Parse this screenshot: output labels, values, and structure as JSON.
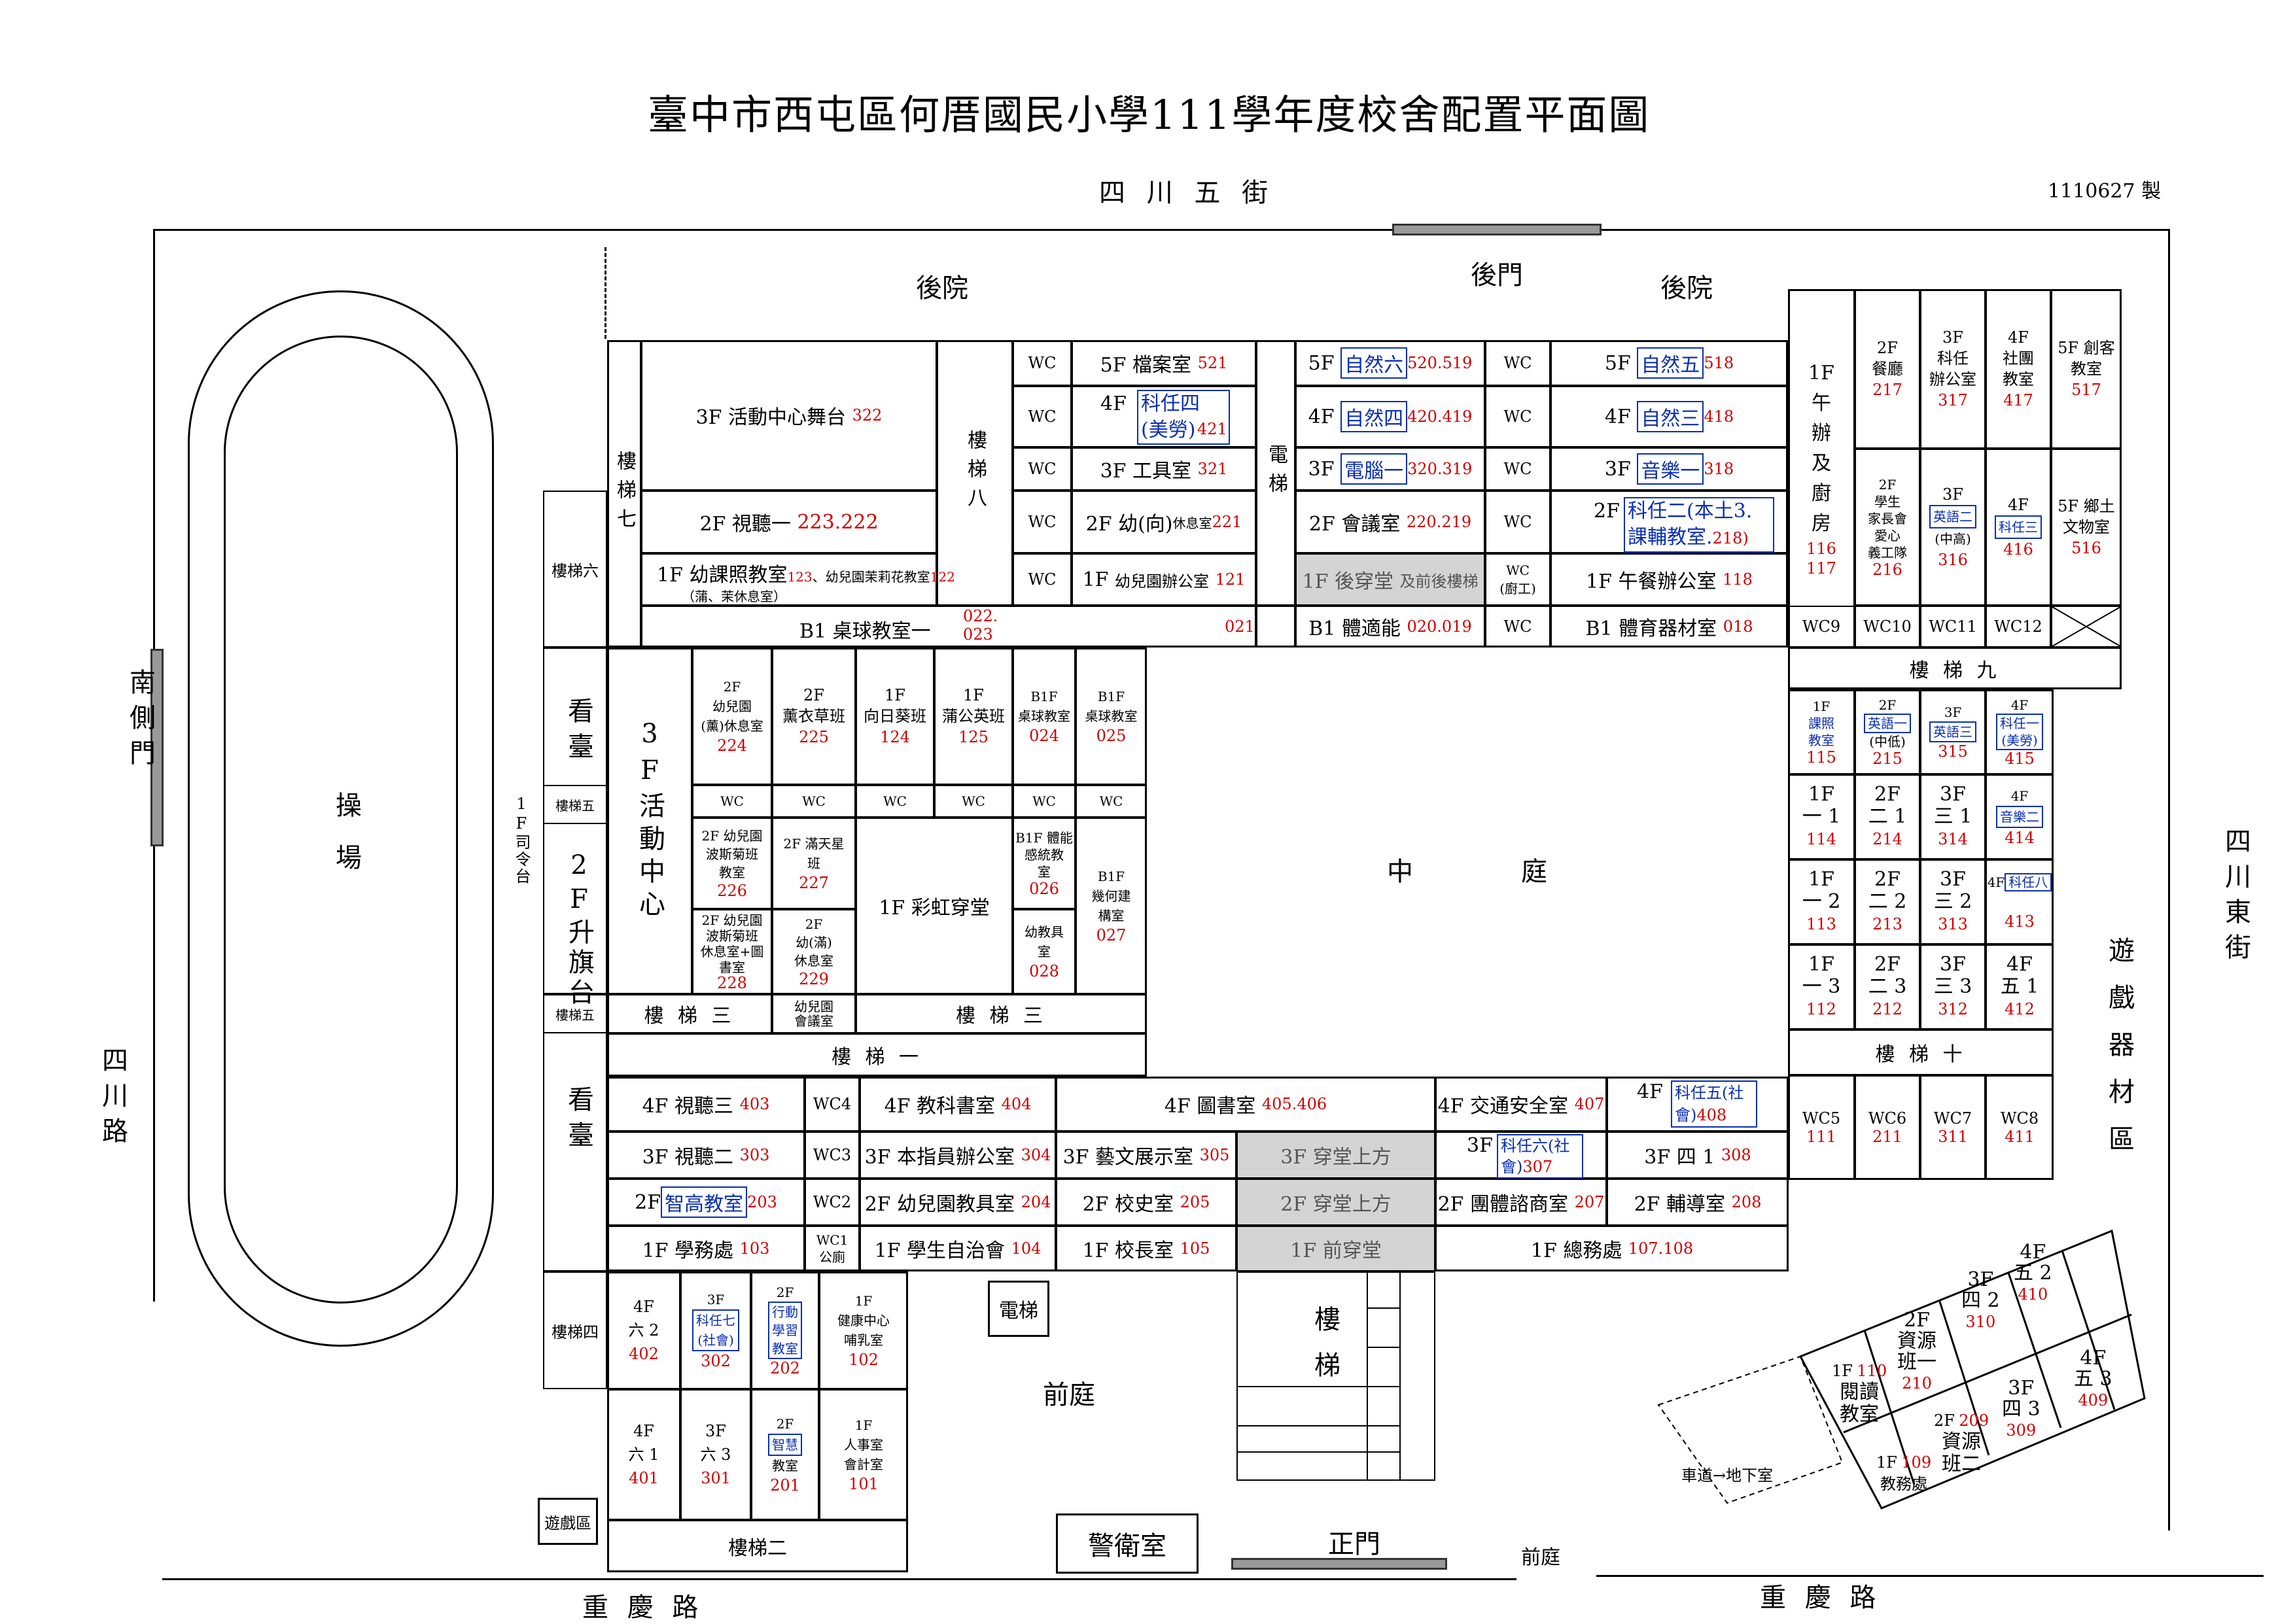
{
  "title": "臺中市西屯區何厝國民小學111學年度校舍配置平面圖",
  "made_date": "1110627 製",
  "streets": {
    "north": "四 川 五 街",
    "east": "四川東街",
    "west": "四川路",
    "south_left": "重 慶 路",
    "south_right": "重 慶 路"
  },
  "gates": {
    "back_gate": "後門",
    "south_side_gate": "南側門",
    "main_gate": "正門",
    "guard_room": "警衛室"
  },
  "areas": {
    "backyard_left": "後院",
    "backyard_right": "後院",
    "playground": "操場",
    "courtyard_left": "中",
    "courtyard_right": "庭",
    "front_yard": "前庭",
    "front_yard_2": "前庭",
    "play_equipment": "遊戲器材區",
    "play_area": "遊戲區",
    "driveway": "車道→地下室",
    "podium": "1F司令台",
    "stage_top": "看臺",
    "stage_bottom": "看臺",
    "flag_stage": "2F升旗台",
    "activity_center": "3F活動中心",
    "elevator_top": "電梯",
    "elevator_front": "電梯",
    "stairs_front": "樓梯"
  },
  "stairs": {
    "s1": "樓 梯 一",
    "s2": "樓梯二",
    "s3a": "樓 梯 三",
    "s3b": "樓 梯 三",
    "s4": "樓梯四",
    "s5a": "樓梯五",
    "s5b": "樓梯五",
    "s6": "樓梯六",
    "s7": "樓梯七",
    "s8": "樓梯八",
    "s9": "樓 梯 九",
    "s10": "樓 梯 十"
  },
  "north_block": {
    "r322": {
      "label": "3F 活動中心舞台",
      "num": "322"
    },
    "r223": {
      "label": "2F 視聽一",
      "num": "223.222"
    },
    "r123": {
      "label": "1F 幼課照教室",
      "num": "123",
      "label2": "、幼兒園茉莉花教室",
      "num2": "122",
      "sub": "（蒲、茉休息室）"
    },
    "rb1": {
      "label": "B1 桌球教室一",
      "num": "022.\n023",
      "num2": "021"
    },
    "r521": {
      "label": "5F 檔案室",
      "num": "521"
    },
    "r421": {
      "label": "4F",
      "boxed": "科任四(美勞)",
      "num": "421"
    },
    "r321": {
      "label": "3F 工具室",
      "num": "321"
    },
    "r221": {
      "label": "2F 幼(向)",
      "small": "休息室",
      "num": "221"
    },
    "r121": {
      "label": "1F",
      "small": "幼兒園辦公室",
      "num": "121"
    },
    "wc": "WC",
    "wc_kitchen": "WC\n(廚工)",
    "r520": {
      "label": "5F",
      "boxed": "自然六",
      "num": "520.519"
    },
    "r420": {
      "label": "4F",
      "boxed": "自然四",
      "num": "420.419"
    },
    "r320": {
      "label": "3F",
      "boxed": "電腦一",
      "num": "320.319"
    },
    "r220": {
      "label": "2F 會議室",
      "num": "220.219"
    },
    "r1f_pass": {
      "label": "1F 後穿堂",
      "small": "及前後樓梯"
    },
    "rb1b": {
      "label": "B1 體適能",
      "num": "020.019"
    },
    "r518": {
      "label": "5F",
      "boxed": "自然五",
      "num": "518"
    },
    "r418": {
      "label": "4F",
      "boxed": "自然三",
      "num": "418"
    },
    "r318": {
      "label": "3F",
      "boxed": "音樂一",
      "num": "318"
    },
    "r218": {
      "label": "2F",
      "boxed": "科任二(本土3.課輔教室.",
      "num": "218)"
    },
    "r118": {
      "label": "1F 午餐辦公室",
      "num": "118"
    },
    "rb1c": {
      "label": "B1 體育器材室",
      "num": "018"
    }
  },
  "ne_block": {
    "c1": {
      "label": "1F\n午\n辦\n及\n廚\n房",
      "num": "116\n117"
    },
    "c2": {
      "label": "2F\n餐廳",
      "num": "217"
    },
    "c3": {
      "label": "3F\n科任\n辦公室",
      "num": "317"
    },
    "c4": {
      "label": "4F\n社團\n教室",
      "num": "417"
    },
    "c5": {
      "label": "5F 創客\n教室",
      "num": "517"
    },
    "c2b": {
      "label": "2F\n學生\n家長會\n愛心\n義工隊",
      "num": "216"
    },
    "c3b": {
      "label": "3F",
      "boxed": "英語二",
      "sub": "(中高)",
      "num": "316"
    },
    "c4b": {
      "label": "4F",
      "boxed": "科任三",
      "num": "416"
    },
    "c5b": {
      "label": "5F 鄉土\n文物室",
      "num": "516"
    },
    "wcs": [
      "WC9",
      "WC10",
      "WC11",
      "WC12"
    ]
  },
  "east_block": {
    "r115": {
      "label": "1F",
      "boxed": "課照\n教室",
      "num": "115"
    },
    "r215": {
      "label": "2F",
      "boxed": "英語一",
      "sub": "(中低)",
      "num": "215"
    },
    "r315": {
      "label": "3F",
      "boxed": "英語三",
      "num": "315"
    },
    "r415": {
      "label": "4F",
      "boxed": "科任一\n(美勞)",
      "num": "415"
    },
    "r114": {
      "label": "1F\n一 1",
      "num": "114"
    },
    "r214": {
      "label": "2F\n二 1",
      "num": "214"
    },
    "r314": {
      "label": "3F\n三 1",
      "num": "314"
    },
    "r414": {
      "label": "4F",
      "boxed": "音樂二",
      "num": "414"
    },
    "r113": {
      "label": "1F\n一 2",
      "num": "113"
    },
    "r213": {
      "label": "2F\n二 2",
      "num": "213"
    },
    "r313": {
      "label": "3F\n三 2",
      "num": "313"
    },
    "r413": {
      "label": "4F",
      "boxed": "科任八",
      "num": "413"
    },
    "r112": {
      "label": "1F\n一 3",
      "num": "112"
    },
    "r212": {
      "label": "2F\n二 3",
      "num": "212"
    },
    "r312": {
      "label": "3F\n三 3",
      "num": "312"
    },
    "r412": {
      "label": "4F\n五 1",
      "num": "412"
    },
    "wc5": {
      "label": "WC5",
      "num": "111"
    },
    "wc6": {
      "label": "WC6",
      "num": "211"
    },
    "wc7": {
      "label": "WC7",
      "num": "311"
    },
    "wc8": {
      "label": "WC8",
      "num": "411"
    }
  },
  "west_block": {
    "r224": {
      "label": "2F\n幼兒園\n(薰)休息室",
      "num": "224"
    },
    "r225": {
      "label": "2F\n薰衣草班",
      "num": "225"
    },
    "r124": {
      "label": "1F\n向日葵班",
      "num": "124"
    },
    "r125": {
      "label": "1F\n蒲公英班",
      "num": "125"
    },
    "r024": {
      "label": "B1F\n桌球教室",
      "num": "024"
    },
    "r025": {
      "label": "B1F\n桌球教室",
      "num": "025"
    },
    "r226": {
      "label": "2F 幼兒園\n波斯菊班\n教室",
      "num": "226"
    },
    "r227": {
      "label": "2F 滿天星\n班",
      "num": "227"
    },
    "r026": {
      "label": "B1F 體能\n感統教\n室",
      "num": "026"
    },
    "r027": {
      "label": "B1F\n幾何建\n構室",
      "num": "027"
    },
    "r228": {
      "label": "2F 幼兒園\n波斯菊班\n休息室+圖\n書室",
      "num": "228"
    },
    "r229": {
      "label": "2F\n幼(滿)\n休息室",
      "num": "229"
    },
    "r028": {
      "label": "幼教具\n室",
      "num": "028"
    },
    "rainbow": "1F 彩虹穿堂",
    "meeting": "幼兒園\n會議室"
  },
  "south_block": {
    "r403": {
      "label": "4F 視聽三",
      "num": "403"
    },
    "r303": {
      "label": "3F 視聽二",
      "num": "303"
    },
    "r203": {
      "label": "2F",
      "boxed": "智高教室",
      "num": "203"
    },
    "r103": {
      "label": "1F 學務處",
      "num": "103"
    },
    "wc4": "WC4",
    "wc3": "WC3",
    "wc2": "WC2",
    "wc1": "WC1\n公廁",
    "r404": {
      "label": "4F 教科書室",
      "num": "404"
    },
    "r304": {
      "label": "3F 本指員辦公室",
      "num": "304"
    },
    "r204": {
      "label": "2F 幼兒園教具室",
      "num": "204"
    },
    "r104": {
      "label": "1F 學生自治會",
      "num": "104"
    },
    "r405": {
      "label": "4F 圖書室",
      "num": "405.406"
    },
    "r305": {
      "label": "3F 藝文展示室",
      "num": "305"
    },
    "r205": {
      "label": "2F 校史室",
      "num": "205"
    },
    "r105": {
      "label": "1F 校長室",
      "num": "105"
    },
    "pass3": "3F 穿堂上方",
    "pass2": "2F 穿堂上方",
    "pass1": "1F 前穿堂",
    "r407": {
      "label": "4F 交通安全室",
      "num": "407"
    },
    "r408": {
      "label": "4F",
      "boxed": "科任五(社會)",
      "num": "408"
    },
    "r307": {
      "label": "3F",
      "boxed": "科任六(社會)",
      "num": "307"
    },
    "r308": {
      "label": "3F 四 1",
      "num": "308"
    },
    "r207": {
      "label": "2F 團體諮商室",
      "num": "207"
    },
    "r208": {
      "label": "2F 輔導室",
      "num": "208"
    },
    "r107": {
      "label": "1F 總務處",
      "num": "107.108"
    }
  },
  "sw_block": {
    "r402": {
      "label": "4F\n六 2",
      "num": "402"
    },
    "r302": {
      "label": "3F",
      "boxed": "科任七\n(社會)",
      "num": "302"
    },
    "r202": {
      "label": "2F",
      "boxed": "行動\n學習\n教室",
      "num": "202"
    },
    "r102": {
      "label": "1F\n健康中心\n哺乳室",
      "num": "102"
    },
    "r401": {
      "label": "4F\n六 1",
      "num": "401"
    },
    "r301": {
      "label": "3F\n六 3",
      "num": "301"
    },
    "r201": {
      "label": "2F",
      "boxed": "智慧",
      "sub": "教室",
      "num": "201"
    },
    "r101": {
      "label": "1F\n人事室\n會計室",
      "num": "101"
    }
  },
  "se_block": {
    "r410": {
      "label": "4F\n五 2",
      "num": "410"
    },
    "r310": {
      "label": "3F\n四 2",
      "num": "310"
    },
    "r210": {
      "label": "2F\n資源\n班一",
      "num": "210"
    },
    "r110": {
      "label": "1F",
      "num": "110",
      "sub": "閱讀\n教室"
    },
    "r409": {
      "label": "4F\n五 3",
      "num": "409"
    },
    "r309": {
      "label": "3F\n四 3",
      "num": "309"
    },
    "r209": {
      "label": "2F",
      "num": "209",
      "sub": "資源\n班二"
    },
    "r109": {
      "label": "1F",
      "num": "109",
      "sub": "教務處"
    }
  }
}
